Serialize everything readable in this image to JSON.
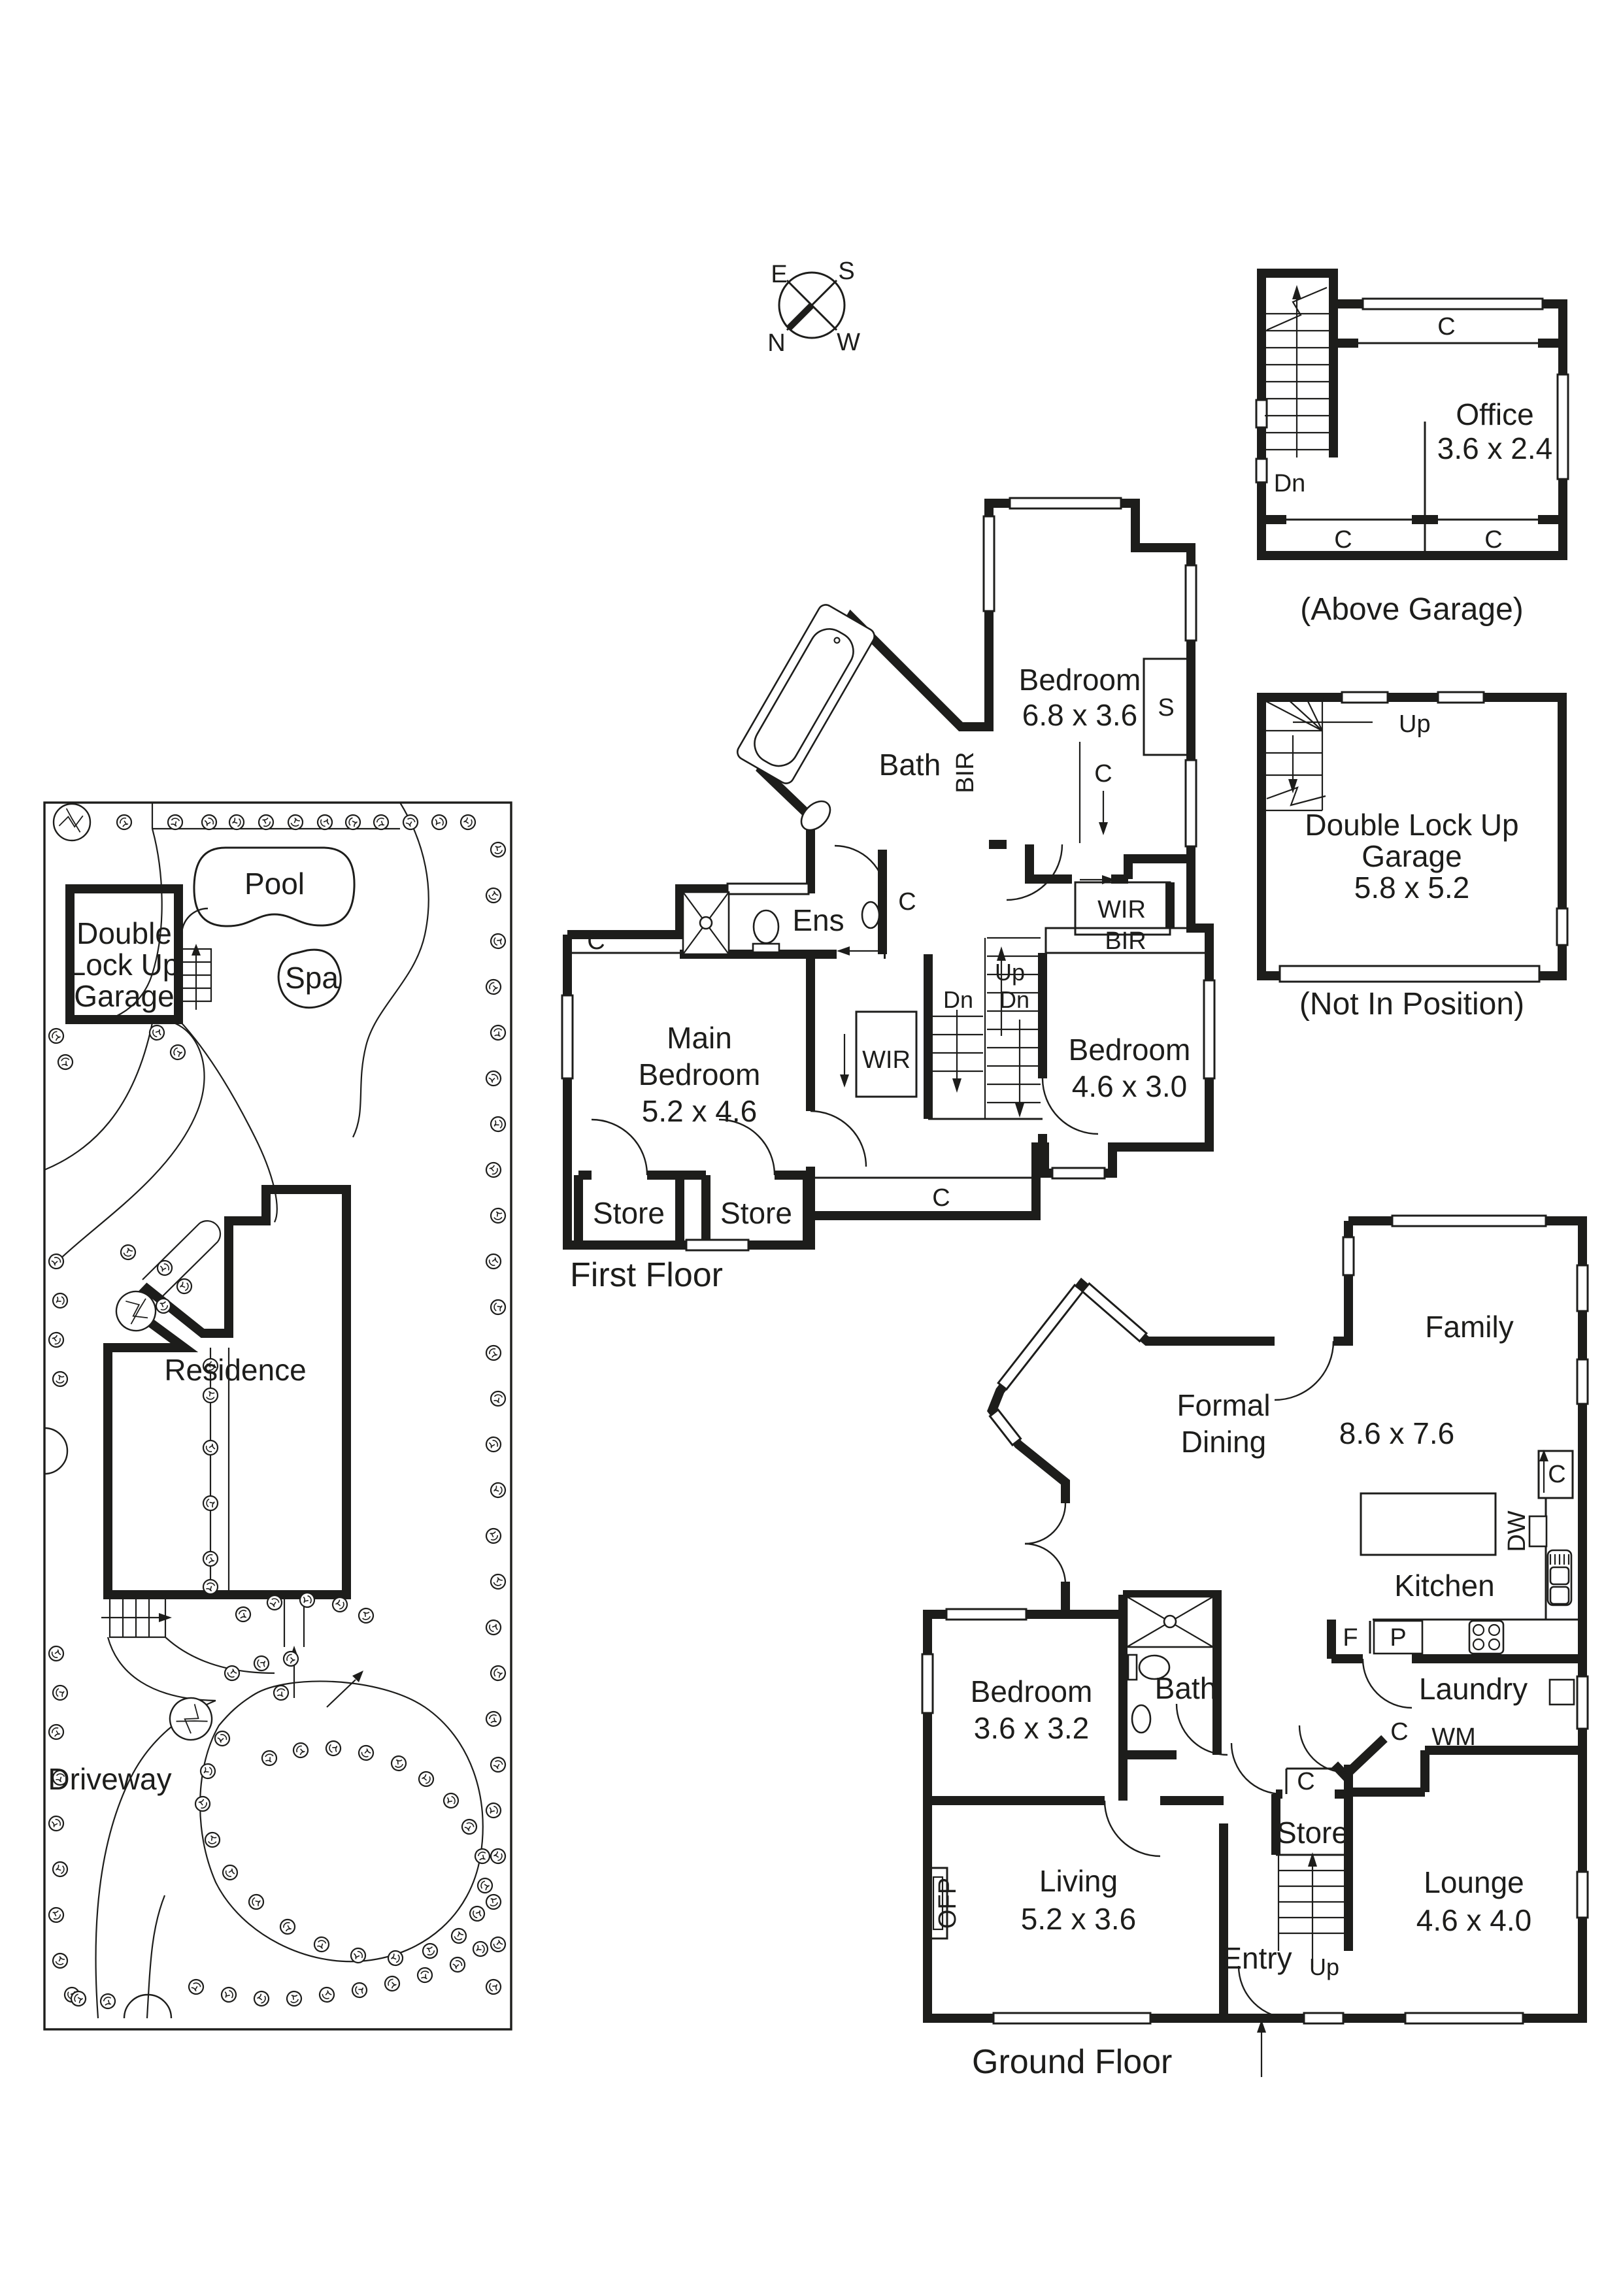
{
  "compass": {
    "e": "E",
    "s": "S",
    "n": "N",
    "w": "W"
  },
  "site": {
    "garage_l1": "Double",
    "garage_l2": "Lock Up",
    "garage_l3": "Garage",
    "pool": "Pool",
    "spa": "Spa",
    "residence": "Residence",
    "driveway": "Driveway"
  },
  "office": {
    "caption": "(Above Garage)",
    "name": "Office",
    "dims": "3.6 x 2.4",
    "dn": "Dn",
    "c_top": "C",
    "c_bl": "C",
    "c_br": "C"
  },
  "garage_detached": {
    "caption": "(Not In Position)",
    "l1": "Double Lock Up",
    "l2": "Garage",
    "dims": "5.8 x 5.2",
    "up": "Up"
  },
  "first_floor": {
    "title": "First Floor",
    "bedroom1_name": "Bedroom",
    "bedroom1_dims": "6.8 x 3.6",
    "s": "S",
    "bath": "Bath",
    "bir_bath": "BIR",
    "c_hall": "C",
    "c_landing": "C",
    "ens": "Ens",
    "wir_right": "WIR",
    "bir_right": "BIR",
    "main_l1": "Main",
    "main_l2": "Bedroom",
    "main_dims": "5.2 x 4.6",
    "wir_left": "WIR",
    "up": "Up",
    "dn_left": "Dn",
    "dn_right": "Dn",
    "bedroom2_name": "Bedroom",
    "bedroom2_dims": "4.6 x 3.0",
    "c_left": "C",
    "c_bottom": "C",
    "store1": "Store",
    "store2": "Store"
  },
  "ground_floor": {
    "title": "Ground Floor",
    "family": "Family",
    "open_dims": "8.6 x 7.6",
    "formal_l1": "Formal",
    "formal_l2": "Dining",
    "kitchen": "Kitchen",
    "laundry": "Laundry",
    "bedroom_name": "Bedroom",
    "bedroom_dims": "3.6 x 3.2",
    "bath": "Bath",
    "living_name": "Living",
    "living_dims": "5.2 x 3.6",
    "lounge_name": "Lounge",
    "lounge_dims": "4.6 x 4.0",
    "entry": "Entry",
    "store": "Store",
    "up": "Up",
    "ofp": "OFP",
    "dw": "DW",
    "wm": "WM",
    "f": "F",
    "p": "P",
    "c_kitchen": "C",
    "c_hall": "C",
    "c_store": "C"
  }
}
